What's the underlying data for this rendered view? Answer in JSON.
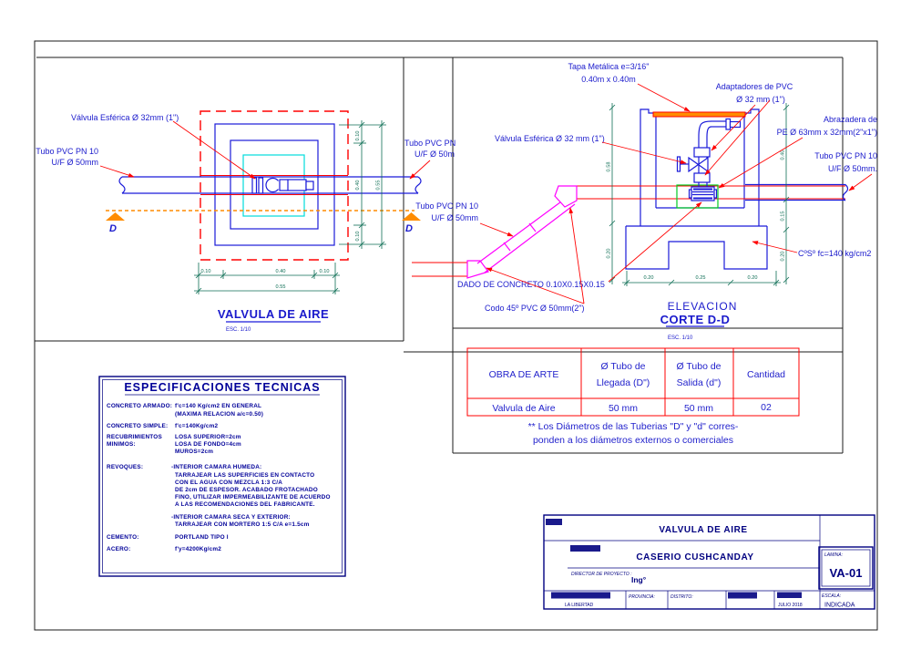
{
  "colors": {
    "drawing_blue": "#1a1ad9",
    "leader_red": "#ff0000",
    "dim_green": "#0e6e55",
    "orange": "#ff8c00",
    "magenta": "#ff00ff",
    "cyan": "#00dcdc",
    "clamp_green": "#00cc22",
    "navy": "#000080"
  },
  "plan": {
    "label_valve": "Válvula Esférica Ø 32mm (1\")",
    "label_tubo_left1": "Tubo PVC PN 10",
    "label_tubo_left2": "U/F Ø 50mm",
    "label_tubo_right1": "Tubo PVC PN",
    "label_tubo_right2": "U/F Ø 50m",
    "section_d": "D",
    "dim_b1": "0.10",
    "dim_b2": "0.40",
    "dim_b3": "0.10",
    "dim_b4": "0.55",
    "dim_r1": "0.10",
    "dim_r2": "0.40",
    "dim_r3": "0.10",
    "dim_r4": "0.55",
    "title": "VALVULA DE AIRE",
    "scale": "ESC. 1/10"
  },
  "elevation": {
    "label_tapa1": "Tapa Metálica e=3/16\"",
    "label_tapa2": "0.40m x 0.40m",
    "label_adapt1": "Adaptadores de PVC",
    "label_adapt2": "Ø 32 mm (1\")",
    "label_abraz1": "Abrazadera de",
    "label_abraz2": "PE Ø 63mm x 32mm(2\"x1\")",
    "label_tubo_r1": "Tubo PVC PN 10",
    "label_tubo_r2": "U/F Ø 50mm.",
    "label_valve": "Válvula Esférica Ø 32 mm (1\")",
    "label_tubo_d1": "Tubo PVC PN 10",
    "label_tubo_d2": "U/F Ø 50mm",
    "label_dado": "DADO DE CONCRETO 0.10X0.15X0.15",
    "label_codo": "Codo 45º PVC Ø 50mm(2\")",
    "label_cs": "CºSº fc=140 kg/cm2",
    "dim_l1": "0.58",
    "dim_l2": "0.20",
    "dim_r1": "0.40",
    "dim_r2": "0.15",
    "dim_r3": "0.20",
    "dim_b1": "0.20",
    "dim_b2": "0.25",
    "dim_b3": "0.20",
    "title_elevacion": "ELEVACION",
    "title_corte": "CORTE D-D",
    "scale": "ESC. 1/10"
  },
  "table": {
    "h1": "OBRA DE ARTE",
    "h2a": "Ø Tubo de",
    "h2b": "Llegada (D\")",
    "h3a": "Ø Tubo de",
    "h3b": "Salida (d\")",
    "h4": "Cantidad",
    "r1": "Valvula de Aire",
    "r2": "50 mm",
    "r3": "50 mm",
    "r4": "02",
    "note1": "** Los Diámetros de las Tuberias \"D\" y \"d\" corres-",
    "note2": "ponden a los diámetros externos o comerciales"
  },
  "specs": {
    "title": "ESPECIFICACIONES TECNICAS",
    "l1": "CONCRETO ARMADO:",
    "v1a": "f'c=140 Kg/cm2 EN GENERAL",
    "v1b": "(MAXIMA RELACION a/c=0.50)",
    "l2": "CONCRETO SIMPLE:",
    "v2": "f'c=140Kg/cm2",
    "l3a": "RECUBRIMIENTOS",
    "l3b": "MINIMOS:",
    "v3a": "LOSA SUPERIOR=2cm",
    "v3b": "LOSA DE FONDO=4cm",
    "v3c": "MUROS=2cm",
    "l4": "REVOQUES:",
    "v4a": "-INTERIOR CAMARA HUMEDA:",
    "v4b": "TARRAJEAR LAS SUPERFICIES EN CONTACTO",
    "v4c": "CON EL AGUA CON MEZCLA 1:3 C/A",
    "v4d": "DE 2cm DE ESPESOR. ACABADO FROTACHADO",
    "v4e": "FINO, UTILIZAR IMPERMEABILIZANTE DE ACUERDO",
    "v4f": "A LAS RECOMENDACIONES DEL FABRICANTE.",
    "v5a": "-INTERIOR CAMARA SECA Y EXTERIOR:",
    "v5b": "TARRAJEAR CON MORTERO 1:5 C/A e=1.5cm",
    "l6": "CEMENTO:",
    "v6": "PORTLAND TIPO I",
    "l7": "ACERO:",
    "v7": "f'y=4200Kg/cm2"
  },
  "titleblock": {
    "project_title": "VALVULA DE AIRE",
    "location": "CASERIO CUSHCANDAY",
    "director_label": "DIRECTOR DE PROYECTO :",
    "director_value": "Ing°",
    "dept_value": "LA LIBERTAD",
    "provincia_label": "PROVINCIA:",
    "distrito_label": "DISTRITO:",
    "fecha_value": "JULIO 2018",
    "escala_label": "ESCALA:",
    "escala_value": "INDICADA",
    "lamina_label": "LAMINA:",
    "lamina_value": "VA-01"
  }
}
